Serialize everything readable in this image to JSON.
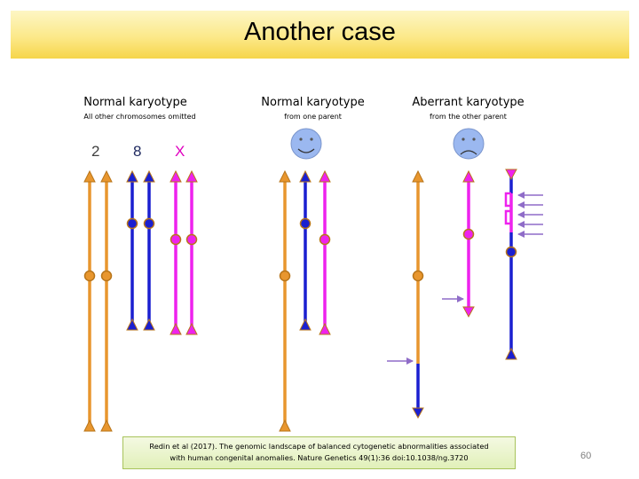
{
  "slide": {
    "title": "Another case",
    "page_number": "60",
    "citation_line1": "Redin et al (2017). The genomic landscape of balanced cytogenetic abnormalities associated",
    "citation_line2": "with human congenital anomalies. Nature Genetics 49(1):36 doi:10.1038/ng.3720"
  },
  "columns": [
    {
      "heading": "Normal karyotype",
      "subheading": "All other chromosomes omitted"
    },
    {
      "heading": "Normal karyotype",
      "subheading": "from one parent"
    },
    {
      "heading": "Aberrant karyotype",
      "subheading": "from the other parent"
    }
  ],
  "chromosome_labels": [
    {
      "text": "2",
      "color": "#404040"
    },
    {
      "text": "8",
      "color": "#1f2a60"
    },
    {
      "text": "X",
      "color": "#e000c0"
    }
  ],
  "faces": [
    {
      "icon": "smiley-face-icon",
      "mood": "happy"
    },
    {
      "icon": "sad-face-icon",
      "mood": "sad"
    }
  ],
  "colors": {
    "chromosome_2": "#e8962e",
    "chromosome_8": "#1a1fd0",
    "chromosome_x": "#ee22ee",
    "arrow": "#8f6cc8",
    "outline": "#b8751a",
    "face_fill": "#9bb8f0"
  }
}
